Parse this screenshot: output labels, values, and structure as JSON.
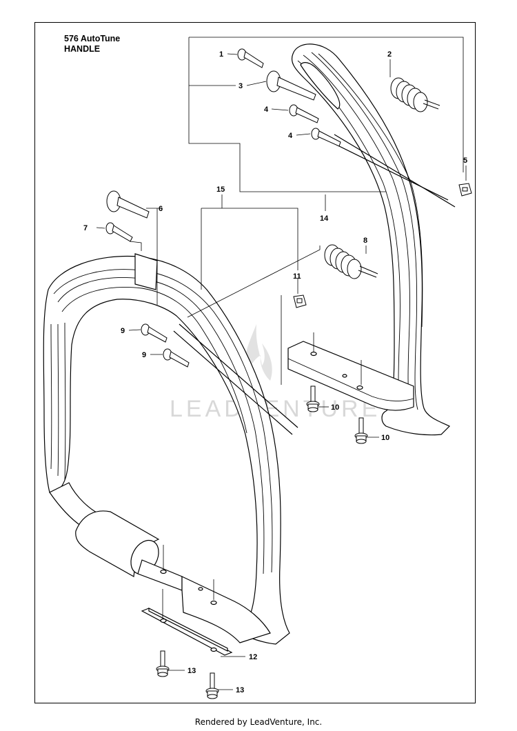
{
  "title": {
    "model": "576 AutoTune",
    "section": "HANDLE"
  },
  "callouts": {
    "c1": "1",
    "c2": "2",
    "c3": "3",
    "c4a": "4",
    "c4b": "4",
    "c5": "5",
    "c6": "6",
    "c7": "7",
    "c8": "8",
    "c9a": "9",
    "c9b": "9",
    "c10a": "10",
    "c10b": "10",
    "c11": "11",
    "c12": "12",
    "c13a": "13",
    "c13b": "13",
    "c14": "14",
    "c15": "15"
  },
  "footer": "Rendered by LeadVenture, Inc."
}
